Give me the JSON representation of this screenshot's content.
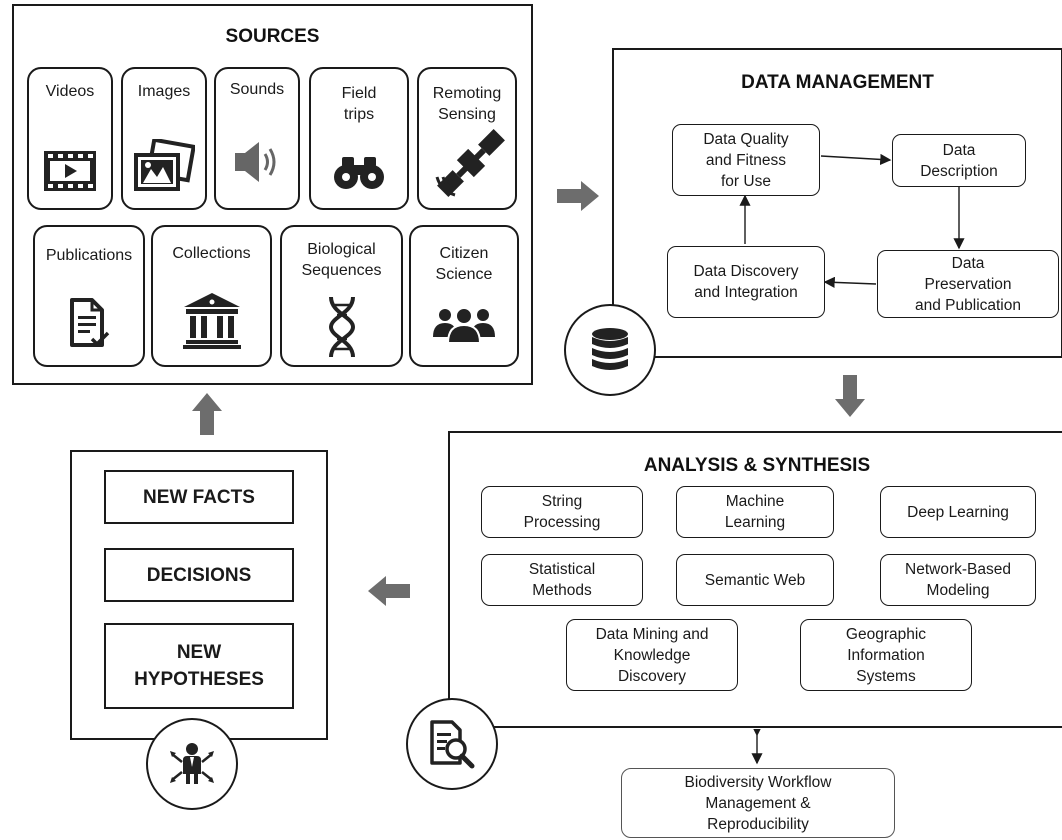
{
  "sources": {
    "title": "SOURCES",
    "items": [
      {
        "label": "Videos",
        "icon": "film-icon"
      },
      {
        "label": "Images",
        "icon": "images-icon"
      },
      {
        "label": "Sounds",
        "icon": "speaker-icon"
      },
      {
        "label": "Field\ntrips",
        "icon": "binoculars-icon"
      },
      {
        "label": "Remoting\nSensing",
        "icon": "satellite-icon"
      },
      {
        "label": "Publications",
        "icon": "document-icon"
      },
      {
        "label": "Collections",
        "icon": "museum-icon"
      },
      {
        "label": "Biological\nSequences",
        "icon": "dna-icon"
      },
      {
        "label": "Citizen\nScience",
        "icon": "people-icon"
      }
    ]
  },
  "data_management": {
    "title": "DATA MANAGEMENT",
    "nodes": {
      "quality": "Data Quality\nand Fitness\nfor Use",
      "description": "Data\nDescription",
      "preservation": "Data\nPreservation\nand Publication",
      "discovery": "Data Discovery\nand Integration"
    },
    "icon": "database-icon"
  },
  "analysis": {
    "title": "ANALYSIS & SYNTHESIS",
    "methods": [
      "String\nProcessing",
      "Machine\nLearning",
      "Deep Learning",
      "Statistical\nMethods",
      "Semantic Web",
      "Network-Based\nModeling",
      "Data Mining and\nKnowledge\nDiscovery",
      "Geographic\nInformation\nSystems"
    ],
    "icon": "report-search-icon"
  },
  "outcomes": {
    "items": [
      "NEW FACTS",
      "DECISIONS",
      "NEW\nHYPOTHESES"
    ],
    "icon": "decision-maker-icon"
  },
  "workflow": {
    "label": "Biodiversity Workflow\nManagement &\nReproducibility"
  },
  "colors": {
    "arrow": "#6d6d6d",
    "border": "#1a1a1a",
    "icon": "#222222"
  }
}
